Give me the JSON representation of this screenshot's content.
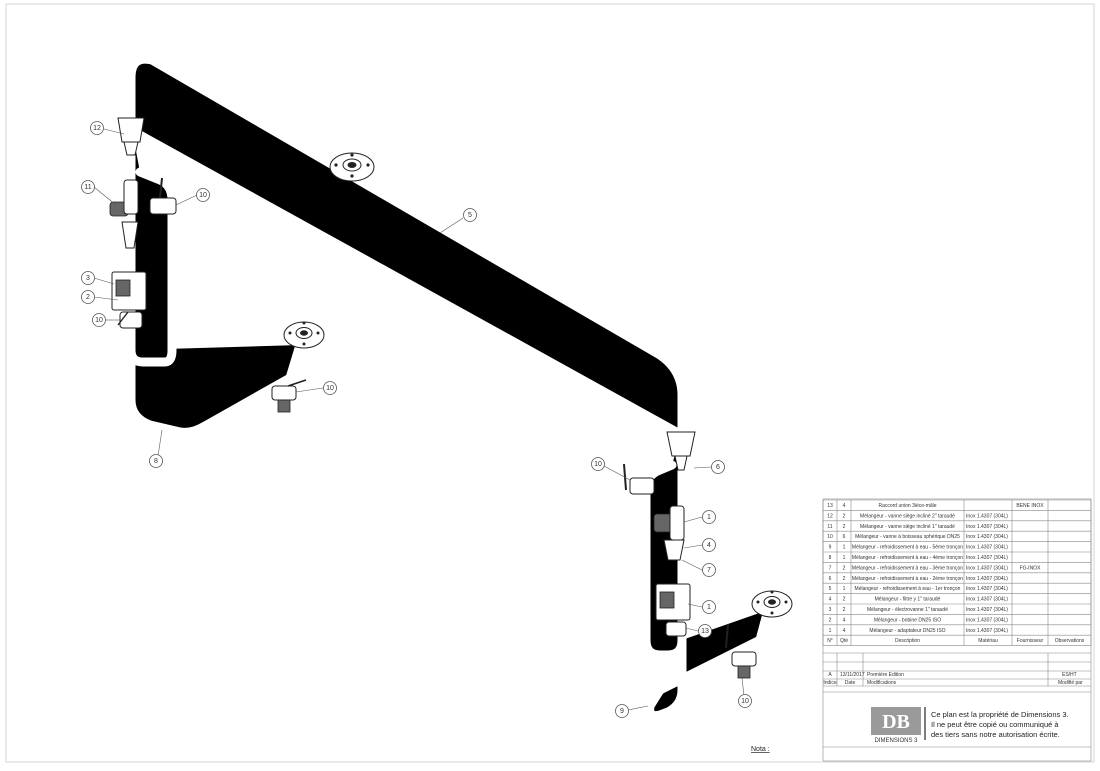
{
  "drawing": {
    "nota_label": "Nota :"
  },
  "balloons": [
    {
      "id": "b12a",
      "num": "12"
    },
    {
      "id": "b11a",
      "num": "11"
    },
    {
      "id": "b10a",
      "num": "10"
    },
    {
      "id": "b3a",
      "num": "3"
    },
    {
      "id": "b2a",
      "num": "2"
    },
    {
      "id": "b10b",
      "num": "10"
    },
    {
      "id": "b5",
      "num": "5"
    },
    {
      "id": "b10c",
      "num": "10"
    },
    {
      "id": "b8",
      "num": "8"
    },
    {
      "id": "b10d",
      "num": "10"
    },
    {
      "id": "b6",
      "num": "6"
    },
    {
      "id": "b1a",
      "num": "1"
    },
    {
      "id": "b4",
      "num": "4"
    },
    {
      "id": "b7",
      "num": "7"
    },
    {
      "id": "b1b",
      "num": "1"
    },
    {
      "id": "b13",
      "num": "13"
    },
    {
      "id": "b9",
      "num": "9"
    },
    {
      "id": "b10e",
      "num": "10"
    }
  ],
  "parts_list": {
    "rows": [
      {
        "no": "13",
        "qty": "4",
        "desc": "Raccord union 3ièce-mâle",
        "mat": "",
        "four": "BENE INOX"
      },
      {
        "no": "12",
        "qty": "2",
        "desc": "Mélangeur - vanne siège incliné 2\" taraudé",
        "mat": "Inox 1.4307 (304L)",
        "four": ""
      },
      {
        "no": "11",
        "qty": "2",
        "desc": "Mélangeur - vanne siège incliné 1\" taraudé",
        "mat": "Inox 1.4307 (304L)",
        "four": ""
      },
      {
        "no": "10",
        "qty": "6",
        "desc": "Mélangeur - vanne à boisseau sphérique DN25",
        "mat": "Inox 1.4307 (304L)",
        "four": ""
      },
      {
        "no": "9",
        "qty": "1",
        "desc": "Mélangeur - refroidissement à eau - 5ème tronçon",
        "mat": "Inox 1.4307 (304L)",
        "four": ""
      },
      {
        "no": "8",
        "qty": "1",
        "desc": "Mélangeur - refroidissement à eau - 4ème tronçon",
        "mat": "Inox 1.4307 (304L)",
        "four": ""
      },
      {
        "no": "7",
        "qty": "2",
        "desc": "Mélangeur - refroidissement à eau - 3ème tronçon",
        "mat": "Inox 1.4307 (304L)",
        "four": "FG-INOX"
      },
      {
        "no": "6",
        "qty": "2",
        "desc": "Mélangeur - refroidissement à eau - 2ème tronçon",
        "mat": "Inox 1.4307 (304L)",
        "four": ""
      },
      {
        "no": "5",
        "qty": "1",
        "desc": "Mélangeur - refroidissement à eau - 1er tronçon",
        "mat": "Inox 1.4307 (304L)",
        "four": ""
      },
      {
        "no": "4",
        "qty": "2",
        "desc": "Mélangeur - filtre y 1\" taraudé",
        "mat": "Inox 1.4307 (304L)",
        "four": ""
      },
      {
        "no": "3",
        "qty": "2",
        "desc": "Mélangeur - électrovanne 1\" taraudé",
        "mat": "Inox 1.4307 (304L)",
        "four": ""
      },
      {
        "no": "2",
        "qty": "4",
        "desc": "Mélangeur - bobine DN25 ISO",
        "mat": "Inox 1.4307 (304L)",
        "four": ""
      },
      {
        "no": "1",
        "qty": "4",
        "desc": "Mélangeur - adaptateur DN25 ISO",
        "mat": "Inox 1.4307 (304L)",
        "four": ""
      }
    ],
    "headers": {
      "no": "N°",
      "qty": "Qté",
      "desc": "Description",
      "mat": "Matériau",
      "four": "Fournisseur",
      "obs": "Observations"
    }
  },
  "revision": {
    "indice": "A",
    "date": "13/11/2017",
    "mod": "Première Edition",
    "by": "ES/HT",
    "headers": {
      "indice": "Indice",
      "date": "Date",
      "mod": "Modifications",
      "by": "Modifié par"
    }
  },
  "company": {
    "logo_text": "DIMENSIONS 3",
    "notice_lines": [
      "Ce plan est la propriété de Dimensions 3.",
      "Il ne peut être copié ou communiqué à",
      "des tiers sans notre autorisation écrite."
    ]
  },
  "colors": {
    "line": "#2a2a2a",
    "logo": "#9a9a9a"
  }
}
